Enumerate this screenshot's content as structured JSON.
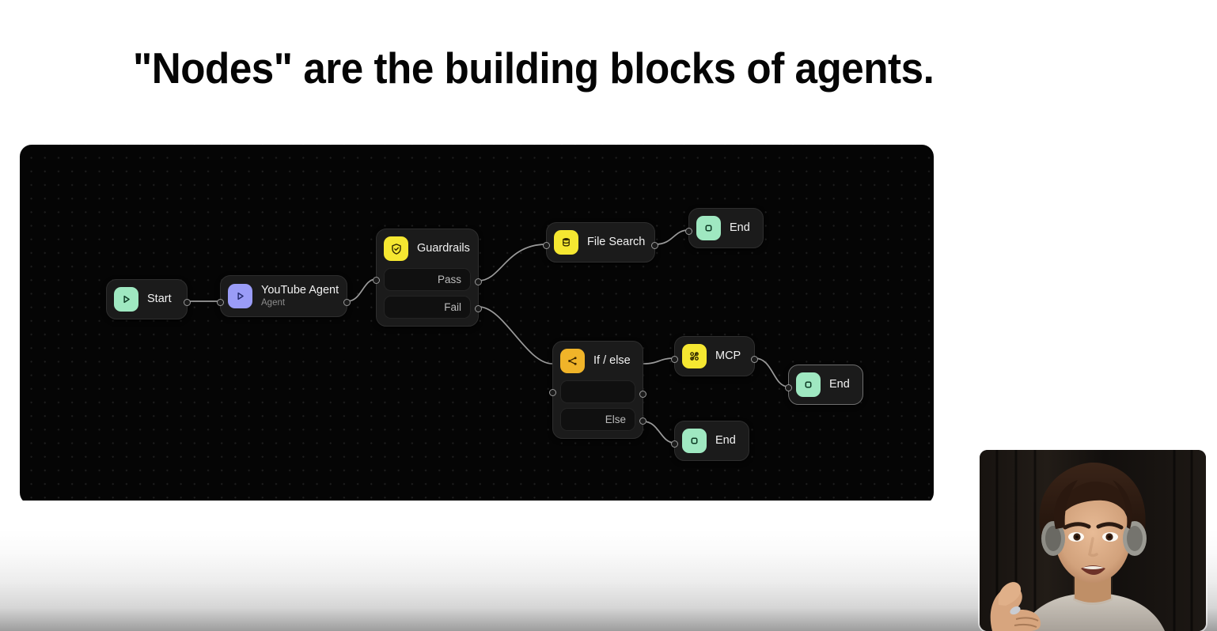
{
  "headline": "\"Nodes\" are the building blocks of agents.",
  "canvas": {
    "background_color": "#050505",
    "node_fill": "#1b1b1b",
    "edge_color": "#9a9a9a",
    "nodes": [
      {
        "id": "start",
        "title": "Start",
        "subtitle": "",
        "icon": "play-icon",
        "icon_color": "#9fe8c1",
        "rows": []
      },
      {
        "id": "youtube-agent",
        "title": "YouTube Agent",
        "subtitle": "Agent",
        "icon": "play-icon",
        "icon_color": "#9a9cf7",
        "rows": []
      },
      {
        "id": "guardrails",
        "title": "Guardrails",
        "subtitle": "",
        "icon": "shield-check-icon",
        "icon_color": "#f5e731",
        "rows": [
          "Pass",
          "Fail"
        ]
      },
      {
        "id": "file-search",
        "title": "File Search",
        "subtitle": "",
        "icon": "database-icon",
        "icon_color": "#f5e731",
        "rows": []
      },
      {
        "id": "end-top",
        "title": "End",
        "subtitle": "",
        "icon": "stop-icon",
        "icon_color": "#9fe8c1",
        "rows": []
      },
      {
        "id": "if-else",
        "title": "If / else",
        "subtitle": "",
        "icon": "branch-icon",
        "icon_color": "#f0b429",
        "rows": [
          "",
          "Else"
        ]
      },
      {
        "id": "mcp",
        "title": "MCP",
        "subtitle": "",
        "icon": "grid-dots-icon",
        "icon_color": "#f5e731",
        "rows": []
      },
      {
        "id": "end-right",
        "title": "End",
        "subtitle": "",
        "icon": "stop-icon",
        "icon_color": "#9fe8c1",
        "rows": []
      },
      {
        "id": "end-bottom",
        "title": "End",
        "subtitle": "",
        "icon": "stop-icon",
        "icon_color": "#9fe8c1",
        "rows": []
      }
    ]
  },
  "webcam": {
    "label": "presenter-webcam"
  }
}
